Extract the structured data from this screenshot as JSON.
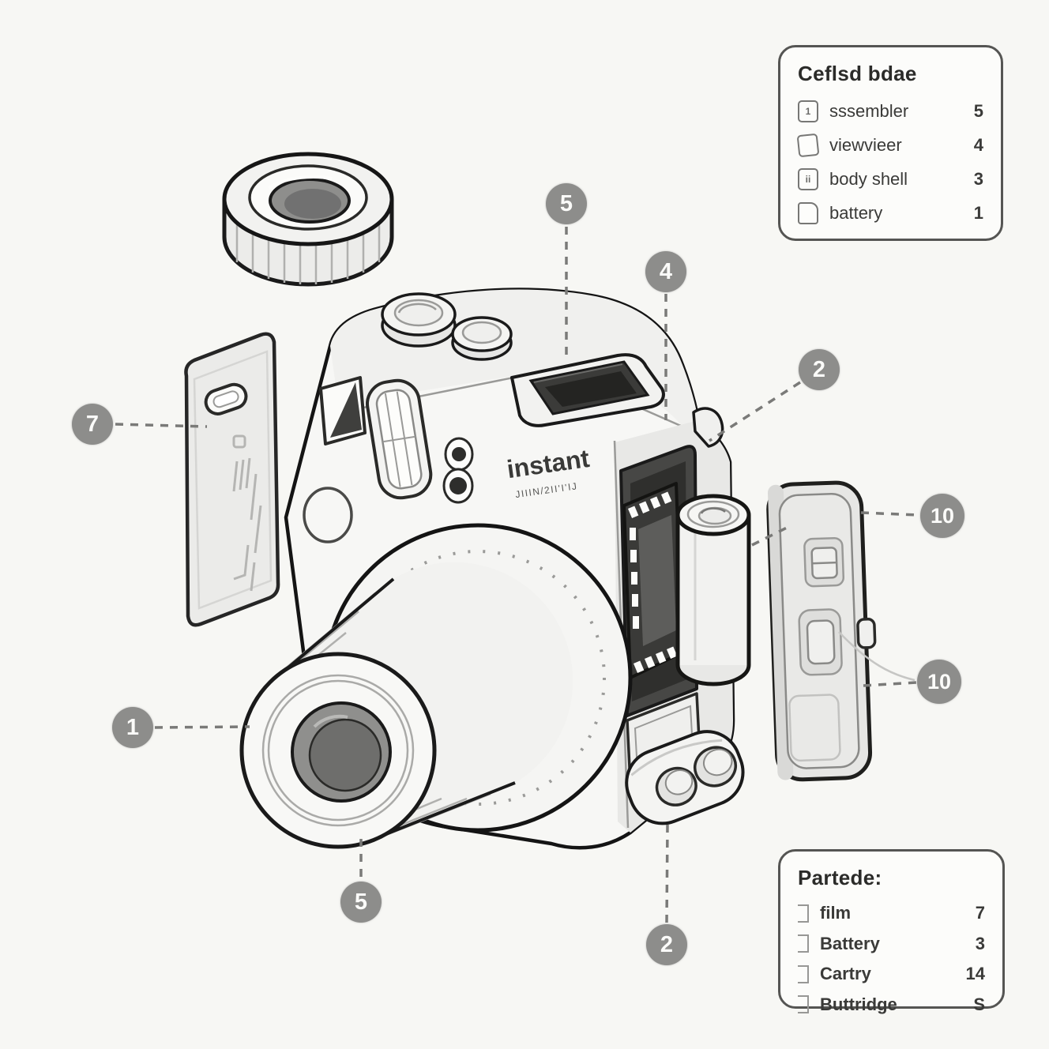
{
  "diagram": {
    "logo": {
      "brand": "instant",
      "sub": "JIIIN/2II'I'IJ"
    },
    "callouts": [
      {
        "part": "top-viewfinder",
        "value": "5"
      },
      {
        "part": "film-compartment",
        "value": "4"
      },
      {
        "part": "strap-lug",
        "value": "2"
      },
      {
        "part": "back-panel",
        "value": "7"
      },
      {
        "part": "lens-front",
        "value": "1"
      },
      {
        "part": "lens-barrel",
        "value": "5"
      },
      {
        "part": "button-pod",
        "value": "2"
      },
      {
        "part": "film-door-top",
        "value": "10"
      },
      {
        "part": "film-door-latch",
        "value": "10"
      }
    ],
    "legend_top": {
      "title": "Ceflsd bdae",
      "rows": [
        {
          "icon": "book-icon",
          "glyph": "1",
          "label": "sssembler",
          "qty": "5"
        },
        {
          "icon": "tag-icon",
          "glyph": "",
          "label": "viewvieer",
          "qty": "4"
        },
        {
          "icon": "card-icon",
          "glyph": "ii",
          "label": "body shell",
          "qty": "3"
        },
        {
          "icon": "page-icon",
          "glyph": "",
          "label": "battery",
          "qty": "1"
        }
      ]
    },
    "legend_bottom": {
      "title": "Partede:",
      "rows": [
        {
          "icon": "bracket-icon",
          "label": "film",
          "qty": "7"
        },
        {
          "icon": "bracket-icon",
          "label": "Battery",
          "qty": "3"
        },
        {
          "icon": "bracket-icon",
          "label": "Cartry",
          "qty": "14"
        },
        {
          "icon": "bracket-icon",
          "label": "Buttridge",
          "qty": "S"
        }
      ]
    }
  }
}
